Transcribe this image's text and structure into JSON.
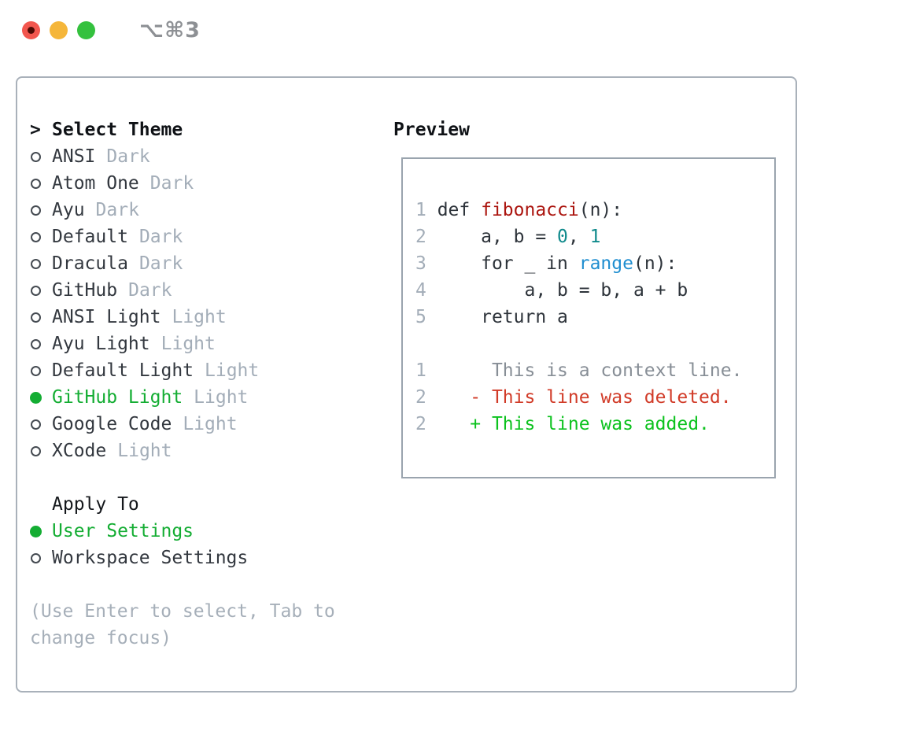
{
  "window": {
    "title": "⌥⌘3",
    "traffic_lights": [
      {
        "name": "close",
        "color": "#f2564e",
        "dot_color": "#4e0a04"
      },
      {
        "name": "minimize",
        "color": "#f5b63a"
      },
      {
        "name": "zoom",
        "color": "#34c13e"
      }
    ]
  },
  "theme_picker": {
    "header": {
      "marker": ">",
      "label": "Select Theme"
    },
    "items": [
      {
        "slug": "ansi-dark",
        "label": "ANSI",
        "variant": "Dark",
        "selected": false
      },
      {
        "slug": "atom-one-dark",
        "label": "Atom One",
        "variant": "Dark",
        "selected": false
      },
      {
        "slug": "ayu-dark",
        "label": "Ayu",
        "variant": "Dark",
        "selected": false
      },
      {
        "slug": "default-dark",
        "label": "Default",
        "variant": "Dark",
        "selected": false
      },
      {
        "slug": "dracula-dark",
        "label": "Dracula",
        "variant": "Dark",
        "selected": false
      },
      {
        "slug": "github-dark",
        "label": "GitHub",
        "variant": "Dark",
        "selected": false
      },
      {
        "slug": "ansi-light",
        "label": "ANSI Light",
        "variant": "Light",
        "selected": false
      },
      {
        "slug": "ayu-light",
        "label": "Ayu Light",
        "variant": "Light",
        "selected": false
      },
      {
        "slug": "default-light",
        "label": "Default Light",
        "variant": "Light",
        "selected": false
      },
      {
        "slug": "github-light",
        "label": "GitHub Light",
        "variant": "Light",
        "selected": true
      },
      {
        "slug": "google-code",
        "label": "Google Code",
        "variant": "Light",
        "selected": false
      },
      {
        "slug": "xcode",
        "label": "XCode",
        "variant": "Light",
        "selected": false
      }
    ]
  },
  "apply_to": {
    "header": "Apply To",
    "items": [
      {
        "slug": "user-settings",
        "label": "User Settings",
        "selected": true
      },
      {
        "slug": "workspace-settings",
        "label": "Workspace Settings",
        "selected": false
      }
    ]
  },
  "hint_lines": [
    "(Use Enter to select, Tab to",
    "change focus)"
  ],
  "preview": {
    "header": "Preview",
    "lines": [
      [
        [
          "num",
          "1 "
        ],
        [
          "code",
          "def "
        ],
        [
          "fn",
          "fibonacci"
        ],
        [
          "code",
          "(n):"
        ]
      ],
      [
        [
          "num",
          "2 "
        ],
        [
          "code",
          "    a, b = "
        ],
        [
          "teal",
          "0"
        ],
        [
          "code",
          ", "
        ],
        [
          "teal",
          "1"
        ]
      ],
      [
        [
          "num",
          "3 "
        ],
        [
          "code",
          "    for _ in "
        ],
        [
          "blue",
          "range"
        ],
        [
          "code",
          "(n):"
        ]
      ],
      [
        [
          "num",
          "4 "
        ],
        [
          "code",
          "        a, b = b, a + b"
        ]
      ],
      [
        [
          "num",
          "5 "
        ],
        [
          "code",
          "    return a"
        ]
      ],
      [],
      [
        [
          "num",
          "1 "
        ],
        [
          "ctx",
          "     This is a context line."
        ]
      ],
      [
        [
          "num",
          "2 "
        ],
        [
          "del",
          "   - This line was deleted."
        ]
      ],
      [
        [
          "num",
          "2 "
        ],
        [
          "add",
          "   + This line was added."
        ]
      ]
    ]
  },
  "colors": {
    "selection_green": "#14ad33",
    "added_green": "#0cc21e",
    "deleted_red": "#d13b28",
    "function_red": "#ab140e",
    "number_teal": "#108a8c",
    "builtin_blue": "#1f8ed0",
    "muted_gray": "#a3adb8",
    "context_gray": "#878e96",
    "text_dark": "#2d333a",
    "panel_border": "#a9b1ba"
  }
}
